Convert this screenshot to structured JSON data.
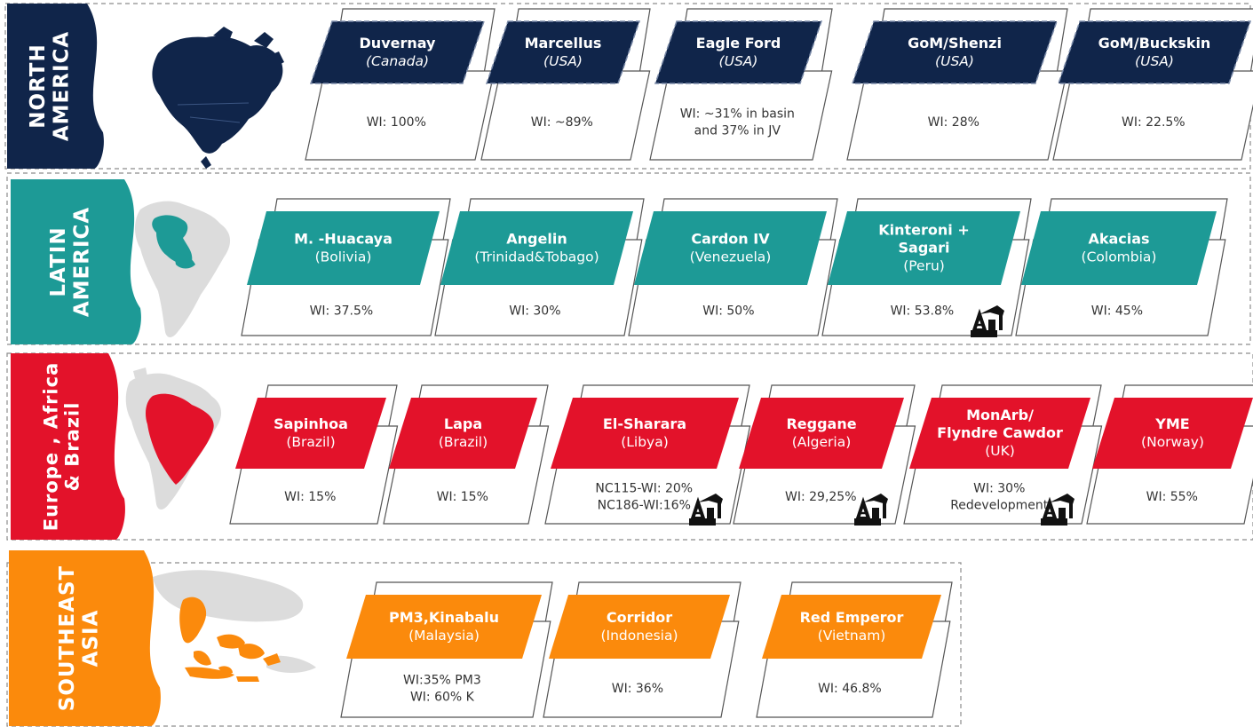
{
  "colors": {
    "north_america": "#10254a",
    "latin_america": "#1d9a96",
    "europe_africa_brazil": "#e3122a",
    "southeast_asia": "#fb8a0c",
    "map_gray": "#dcdcdc"
  },
  "regions": [
    {
      "label_lines": [
        "NORTH",
        "AMERICA"
      ],
      "assets": [
        {
          "name_lines": [
            "Duvernay"
          ],
          "country": "(Canada)",
          "wi_lines": [
            "WI: 100%"
          ]
        },
        {
          "name_lines": [
            "Marcellus"
          ],
          "country": "(USA)",
          "wi_lines": [
            "WI: ~89%"
          ]
        },
        {
          "name_lines": [
            "Eagle Ford"
          ],
          "country": "(USA)",
          "wi_lines": [
            "WI: ~31% in basin",
            "and  37% in  JV"
          ]
        },
        {
          "name_lines": [
            "GoM/Shenzi"
          ],
          "country": "(USA)",
          "wi_lines": [
            "WI: 28%"
          ]
        },
        {
          "name_lines": [
            "GoM/Buckskin"
          ],
          "country": "(USA)",
          "wi_lines": [
            "WI: 22.5%"
          ]
        }
      ]
    },
    {
      "label_lines": [
        "LATIN",
        "AMERICA"
      ],
      "assets": [
        {
          "name_lines": [
            "M. -Huacaya"
          ],
          "country": "(Bolivia)",
          "wi_lines": [
            "WI: 37.5%"
          ]
        },
        {
          "name_lines": [
            "Angelin"
          ],
          "country": "(Trinidad&Tobago)",
          "wi_lines": [
            "WI: 30%"
          ]
        },
        {
          "name_lines": [
            "Cardon IV"
          ],
          "country": "(Venezuela)",
          "wi_lines": [
            "WI: 50%"
          ]
        },
        {
          "name_lines": [
            "Kinteroni +",
            "Sagari"
          ],
          "country": "(Peru)",
          "wi_lines": [
            "WI: 53.8%"
          ]
        },
        {
          "name_lines": [
            "Akacias"
          ],
          "country": "(Colombia)",
          "wi_lines": [
            "WI: 45%"
          ]
        }
      ]
    },
    {
      "label_lines": [
        "Europe , Africa",
        "& Brazil"
      ],
      "assets": [
        {
          "name_lines": [
            "Sapinhoa"
          ],
          "country": "(Brazil)",
          "wi_lines": [
            "WI: 15%"
          ]
        },
        {
          "name_lines": [
            "Lapa"
          ],
          "country": "(Brazil)",
          "wi_lines": [
            "WI: 15%"
          ]
        },
        {
          "name_lines": [
            "El-Sharara"
          ],
          "country": "(Libya)",
          "wi_lines": [
            "NC115-WI: 20%",
            "NC186-WI:16%"
          ]
        },
        {
          "name_lines": [
            "Reggane"
          ],
          "country": "(Algeria)",
          "wi_lines": [
            "WI: 29,25%"
          ]
        },
        {
          "name_lines": [
            "MonArb/",
            "Flyndre Cawdor"
          ],
          "country": "(UK)",
          "wi_lines": [
            "WI: 30%",
            "Redevelopment"
          ]
        },
        {
          "name_lines": [
            "YME"
          ],
          "country": "(Norway)",
          "wi_lines": [
            "WI: 55%"
          ]
        }
      ]
    },
    {
      "label_lines": [
        "SOUTHEAST",
        "ASIA"
      ],
      "assets": [
        {
          "name_lines": [
            "PM3,Kinabalu"
          ],
          "country": "(Malaysia)",
          "wi_lines": [
            "WI:35% PM3",
            "WI: 60% K"
          ]
        },
        {
          "name_lines": [
            "Corridor"
          ],
          "country": "(Indonesia)",
          "wi_lines": [
            "WI: 36%"
          ]
        },
        {
          "name_lines": [
            "Red Emperor"
          ],
          "country": "(Vietnam)",
          "wi_lines": [
            "WI: 46.8%"
          ]
        }
      ]
    }
  ],
  "icons": {
    "map_north_america": "north-america-map-icon",
    "map_latin_america": "south-america-map-icon",
    "map_brazil": "brazil-map-icon",
    "map_southeast_asia": "southeast-asia-map-icon",
    "oil_rig": "oil-derrick-icon"
  }
}
